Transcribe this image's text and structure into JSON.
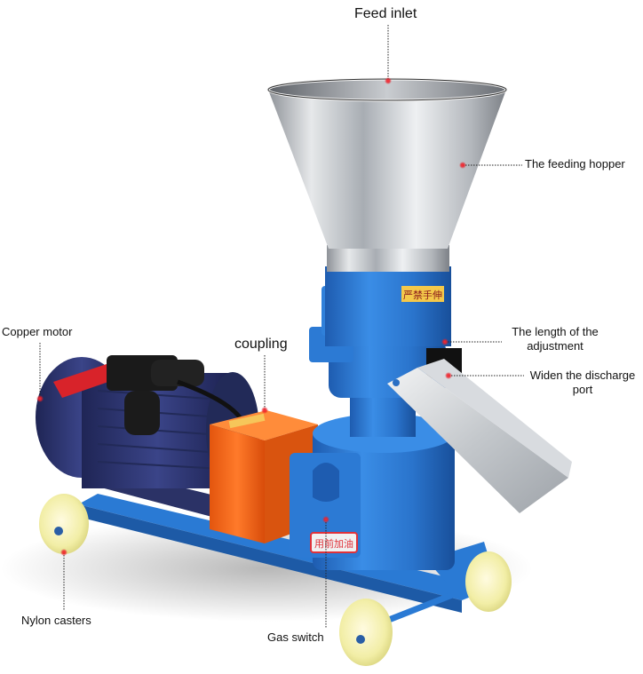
{
  "diagram": {
    "subject": "Feed pellet machine with electric motor",
    "colors": {
      "frame_blue": "#2f7fd6",
      "frame_blue_dark": "#1f5fae",
      "motor_navy": "#2c3470",
      "coupling_orange": "#f36a1c",
      "hopper_steel": "#c8ccd0",
      "caster_yellow": "#f3f0b0",
      "callout_dot": "#e8202a",
      "callout_line": "#222222",
      "warning_label": "#f4c84a"
    },
    "labels": {
      "feed_inlet": "Feed inlet",
      "feeding_hopper": "The feeding hopper",
      "length_adjustment_line1": "The length of the",
      "length_adjustment_line2": "adjustment",
      "discharge_port_line1": "Widen the discharge",
      "discharge_port_line2": "port",
      "copper_motor": "Copper motor",
      "coupling": "coupling",
      "nylon_casters": "Nylon casters",
      "gas_switch": "Gas switch"
    },
    "callouts": [
      {
        "id": "feed_inlet",
        "dot": [
          437,
          91
        ],
        "line_to": [
          437,
          28
        ]
      },
      {
        "id": "feeding_hopper",
        "dot": [
          521,
          186
        ],
        "line_to": [
          588,
          186
        ]
      },
      {
        "id": "length_adjustment",
        "dot": [
          501,
          385
        ],
        "line_to": [
          565,
          385
        ]
      },
      {
        "id": "discharge_port",
        "dot": [
          505,
          423
        ],
        "line_to": [
          590,
          423
        ]
      },
      {
        "id": "copper_motor",
        "dot": [
          45,
          449
        ],
        "line_to": [
          45,
          386
        ]
      },
      {
        "id": "coupling",
        "dot": [
          298,
          462
        ],
        "line_to": [
          298,
          400
        ]
      },
      {
        "id": "nylon_casters",
        "dot": [
          72,
          622
        ],
        "line_to": [
          72,
          688
        ]
      },
      {
        "id": "gas_switch",
        "dot": [
          367,
          585
        ],
        "line_to": [
          367,
          708
        ]
      }
    ],
    "decals": {
      "hopper_warning": "严禁手伸",
      "oil_label": "用前加油"
    }
  }
}
